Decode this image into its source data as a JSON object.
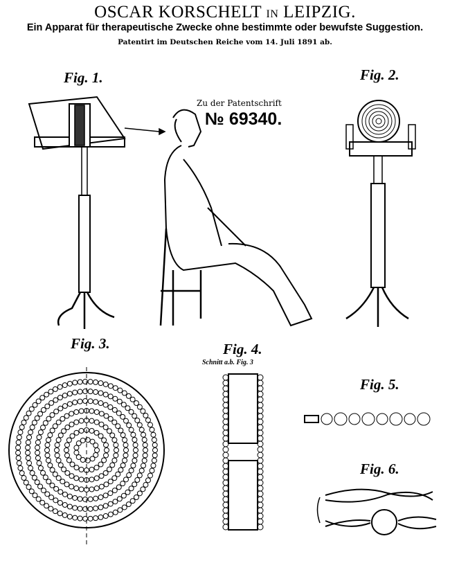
{
  "header": {
    "inventor": "OSCAR KORSCHELT",
    "in_word": "IN",
    "city": "LEIPZIG.",
    "title": "Ein Apparat für therapeutische Zwecke ohne bestimmte oder bewufste Suggestion.",
    "patent_line": "Patentirt im Deutschen Reiche vom 14. Juli 1891 ab."
  },
  "patent": {
    "caption": "Zu der Patentschrift",
    "number": "№ 69340."
  },
  "figures": {
    "fig1": "Fig. 1.",
    "fig2": "Fig. 2.",
    "fig3": "Fig. 3.",
    "fig4": "Fig. 4.",
    "fig4_note": "Schnitt a.b. Fig. 3",
    "fig5": "Fig. 5.",
    "fig6": "Fig. 6."
  }
}
